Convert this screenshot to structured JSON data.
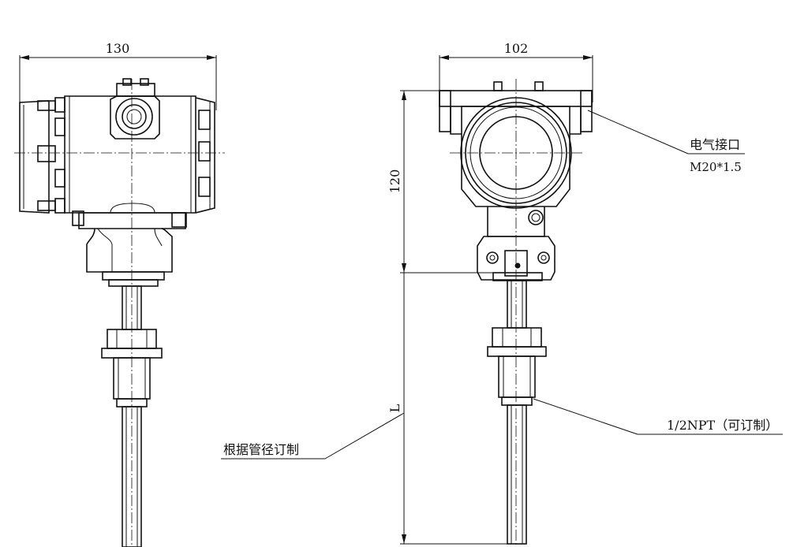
{
  "dimensions": {
    "side_width": "130",
    "front_width": "102",
    "head_height": "120",
    "probe_length": "L"
  },
  "callouts": {
    "electrical_port_title": "电气接口",
    "electrical_port_spec": "M20*1.5",
    "thread_spec": "1/2NPT（可订制）",
    "insertion_note": "根据管径订制"
  },
  "colors": {
    "line": "#111111",
    "background": "#ffffff"
  }
}
